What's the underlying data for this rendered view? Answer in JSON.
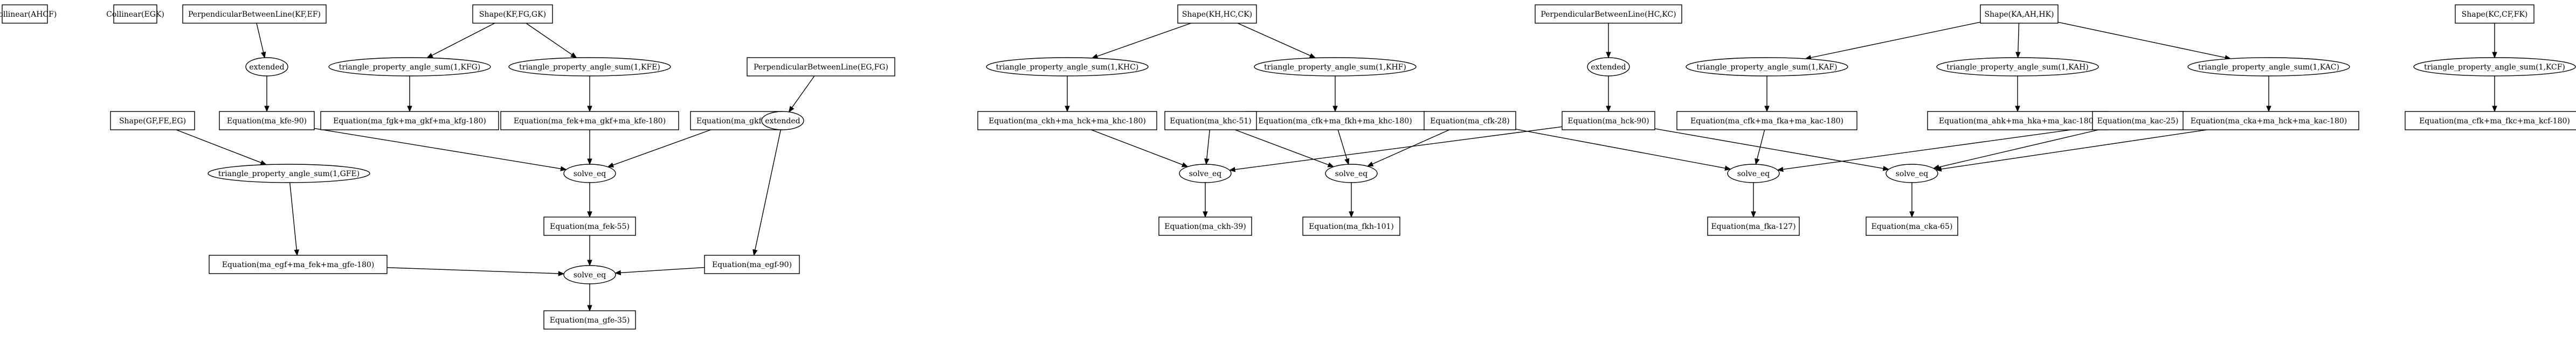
{
  "nodes": [
    {
      "id": "n1",
      "label": "Collinear(AHCF)",
      "shape": "box"
    },
    {
      "id": "n2",
      "label": "Collinear(EGK)",
      "shape": "box"
    },
    {
      "id": "n3",
      "label": "PerpendicularBetweenLine(KF,EF)",
      "shape": "box"
    },
    {
      "id": "n4",
      "label": "extended",
      "shape": "ellipse"
    },
    {
      "id": "n5",
      "label": "Equation(ma_kfe-90)",
      "shape": "box"
    },
    {
      "id": "n6",
      "label": "Shape(KF,FG,GK)",
      "shape": "box"
    },
    {
      "id": "n7",
      "label": "triangle_property_angle_sum(1,KFG)",
      "shape": "ellipse"
    },
    {
      "id": "n8",
      "label": "Equation(ma_fgk+ma_gkf+ma_kfg-180)",
      "shape": "box"
    },
    {
      "id": "n9",
      "label": "triangle_property_angle_sum(1,KFE)",
      "shape": "ellipse"
    },
    {
      "id": "n10",
      "label": "Equation(ma_fek+ma_gkf+ma_kfe-180)",
      "shape": "box"
    },
    {
      "id": "n11",
      "label": "Equation(ma_gkf-35)",
      "shape": "box"
    },
    {
      "id": "n12",
      "label": "solve_eq",
      "shape": "ellipse"
    },
    {
      "id": "n13",
      "label": "Equation(ma_fek-55)",
      "shape": "box"
    },
    {
      "id": "n14",
      "label": "Shape(GF,FE,EG)",
      "shape": "box"
    },
    {
      "id": "n15",
      "label": "triangle_property_angle_sum(1,GFE)",
      "shape": "ellipse"
    },
    {
      "id": "n16",
      "label": "Equation(ma_egf+ma_fek+ma_gfe-180)",
      "shape": "box"
    },
    {
      "id": "n17",
      "label": "PerpendicularBetweenLine(EG,FG)",
      "shape": "box"
    },
    {
      "id": "n18",
      "label": "extended",
      "shape": "ellipse"
    },
    {
      "id": "n19",
      "label": "Equation(ma_egf-90)",
      "shape": "box"
    },
    {
      "id": "n20",
      "label": "solve_eq",
      "shape": "ellipse"
    },
    {
      "id": "n21",
      "label": "Equation(ma_gfe-35)",
      "shape": "box"
    },
    {
      "id": "n22",
      "label": "Shape(KH,HC,CK)",
      "shape": "box"
    },
    {
      "id": "n23",
      "label": "triangle_property_angle_sum(1,KHC)",
      "shape": "ellipse"
    },
    {
      "id": "n24",
      "label": "Equation(ma_ckh+ma_hck+ma_khc-180)",
      "shape": "box"
    },
    {
      "id": "n25",
      "label": "triangle_property_angle_sum(1,KHF)",
      "shape": "ellipse"
    },
    {
      "id": "n26",
      "label": "Equation(ma_cfk+ma_fkh+ma_khc-180)",
      "shape": "box"
    },
    {
      "id": "n27",
      "label": "Equation(ma_khc-51)",
      "shape": "box"
    },
    {
      "id": "n28",
      "label": "Equation(ma_cfk-28)",
      "shape": "box"
    },
    {
      "id": "n29",
      "label": "PerpendicularBetweenLine(HC,KC)",
      "shape": "box"
    },
    {
      "id": "n30",
      "label": "extended",
      "shape": "ellipse"
    },
    {
      "id": "n31",
      "label": "Equation(ma_hck-90)",
      "shape": "box"
    },
    {
      "id": "n32",
      "label": "solve_eq",
      "shape": "ellipse"
    },
    {
      "id": "n33",
      "label": "Equation(ma_ckh-39)",
      "shape": "box"
    },
    {
      "id": "n34",
      "label": "solve_eq",
      "shape": "ellipse"
    },
    {
      "id": "n35",
      "label": "Equation(ma_fkh-101)",
      "shape": "box"
    },
    {
      "id": "n36",
      "label": "Shape(KA,AH,HK)",
      "shape": "box"
    },
    {
      "id": "n37",
      "label": "triangle_property_angle_sum(1,KAF)",
      "shape": "ellipse"
    },
    {
      "id": "n38",
      "label": "Equation(ma_cfk+ma_fka+ma_kac-180)",
      "shape": "box"
    },
    {
      "id": "n39",
      "label": "triangle_property_angle_sum(1,KAH)",
      "shape": "ellipse"
    },
    {
      "id": "n40",
      "label": "Equation(ma_ahk+ma_hka+ma_kac-180)",
      "shape": "box"
    },
    {
      "id": "n41",
      "label": "triangle_property_angle_sum(1,KAC)",
      "shape": "ellipse"
    },
    {
      "id": "n42",
      "label": "Equation(ma_cka+ma_hck+ma_kac-180)",
      "shape": "box"
    },
    {
      "id": "n43",
      "label": "Equation(ma_kac-25)",
      "shape": "box"
    },
    {
      "id": "n44",
      "label": "solve_eq",
      "shape": "ellipse"
    },
    {
      "id": "n45",
      "label": "Equation(ma_fka-127)",
      "shape": "box"
    },
    {
      "id": "n46",
      "label": "solve_eq",
      "shape": "ellipse"
    },
    {
      "id": "n47",
      "label": "Equation(ma_cka-65)",
      "shape": "box"
    },
    {
      "id": "n48",
      "label": "Shape(KC,CF,FK)",
      "shape": "box"
    },
    {
      "id": "n49",
      "label": "triangle_property_angle_sum(1,KCF)",
      "shape": "ellipse"
    },
    {
      "id": "n50",
      "label": "Equation(ma_cfk+ma_fkc+ma_kcf-180)",
      "shape": "box"
    }
  ],
  "edges": [
    [
      "n3",
      "n4"
    ],
    [
      "n4",
      "n5"
    ],
    [
      "n6",
      "n7"
    ],
    [
      "n6",
      "n9"
    ],
    [
      "n7",
      "n8"
    ],
    [
      "n9",
      "n10"
    ],
    [
      "n5",
      "n12"
    ],
    [
      "n10",
      "n12"
    ],
    [
      "n11",
      "n12"
    ],
    [
      "n12",
      "n13"
    ],
    [
      "n14",
      "n15"
    ],
    [
      "n15",
      "n16"
    ],
    [
      "n17",
      "n18"
    ],
    [
      "n18",
      "n19"
    ],
    [
      "n16",
      "n20"
    ],
    [
      "n13",
      "n20"
    ],
    [
      "n19",
      "n20"
    ],
    [
      "n20",
      "n21"
    ],
    [
      "n22",
      "n23"
    ],
    [
      "n22",
      "n25"
    ],
    [
      "n23",
      "n24"
    ],
    [
      "n25",
      "n26"
    ],
    [
      "n29",
      "n30"
    ],
    [
      "n30",
      "n31"
    ],
    [
      "n24",
      "n32"
    ],
    [
      "n27",
      "n32"
    ],
    [
      "n31",
      "n32"
    ],
    [
      "n32",
      "n33"
    ],
    [
      "n26",
      "n34"
    ],
    [
      "n27",
      "n34"
    ],
    [
      "n28",
      "n34"
    ],
    [
      "n34",
      "n35"
    ],
    [
      "n36",
      "n37"
    ],
    [
      "n36",
      "n39"
    ],
    [
      "n36",
      "n41"
    ],
    [
      "n37",
      "n38"
    ],
    [
      "n39",
      "n40"
    ],
    [
      "n41",
      "n42"
    ],
    [
      "n38",
      "n44"
    ],
    [
      "n43",
      "n44"
    ],
    [
      "n28",
      "n44"
    ],
    [
      "n44",
      "n45"
    ],
    [
      "n42",
      "n46"
    ],
    [
      "n43",
      "n46"
    ],
    [
      "n31",
      "n46"
    ],
    [
      "n46",
      "n47"
    ],
    [
      "n48",
      "n49"
    ],
    [
      "n49",
      "n50"
    ]
  ]
}
